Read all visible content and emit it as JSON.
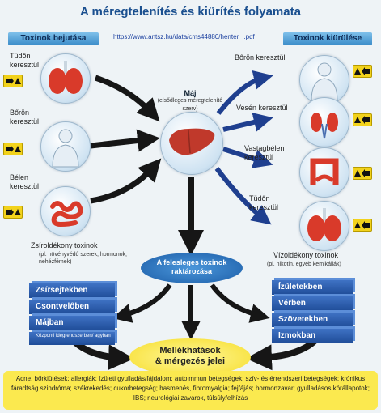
{
  "title": "A méregtelenítés és kiürítés folyamata",
  "source_url": "https://www.antsz.hu/data/cms44880/henter_i.pdf",
  "headers": {
    "intake": "Toxinok bejutása",
    "excretion": "Toxinok kiürülése"
  },
  "intake_routes": [
    {
      "label": "Tüdőn keresztül",
      "organ_icon": "lungs-icon"
    },
    {
      "label": "Bőrön keresztül",
      "organ_icon": "body-icon"
    },
    {
      "label": "Bélen keresztül",
      "organ_icon": "intestine-icon"
    }
  ],
  "liver": {
    "title": "Máj",
    "subtitle": "(elsődleges méregtelenítő szerv)"
  },
  "excretion_routes": [
    {
      "label": "Bőrön keresztül",
      "organ_icon": "body-icon"
    },
    {
      "label": "Vesén keresztül",
      "organ_icon": "kidney-icon"
    },
    {
      "label": "Vastagbélen keresztül",
      "organ_icon": "colon-icon"
    },
    {
      "label": "Tüdőn keresztül",
      "organ_icon": "lungs-icon"
    }
  ],
  "fat_soluble": {
    "title": "Zsíroldékony toxinok",
    "examples": "(pl. növényvédő szerek, hormonok, nehézfémek)"
  },
  "water_soluble": {
    "title": "Vízoldékony toxinok",
    "examples": "(pl. nikotin, egyéb kemikáliák)"
  },
  "storage": "A felesleges toxinok raktározása",
  "fat_storage": [
    "Zsírsejtekben",
    "Csontvelőben",
    "Májban"
  ],
  "fat_storage_extra": "Központi idegrendszerben/ agyban",
  "water_storage": [
    "Ízületekben",
    "Vérben",
    "Szövetekben",
    "Izmokban"
  ],
  "side_effects": {
    "line1": "Mellékhatások",
    "line2": "& mérgezés jelei"
  },
  "symptoms": "Acne, bőrkiütések; allergiák; ízületi gyulladás/fájdalom; autoimmun betegségek; szív- és érrendszeri betegségek; krónikus fáradtság szindróma; székrekedés; cukorbetegség; hasmenés, fibromyalgia; fejfájás; hormonzavar; gyulladásos kórállapotok; IBS; neurológiai zavarok, túlsúly/elhízás",
  "colors": {
    "title": "#1a4f8f",
    "header": "#3a8bc8",
    "arrow_dark": "#161616",
    "arrow_blue": "#1f3f8f",
    "storage_blue": "#1f4d98",
    "warning_yellow": "#f2d21c",
    "footer_yellow": "#fbe94f",
    "organ_red": "#d93a2a"
  }
}
